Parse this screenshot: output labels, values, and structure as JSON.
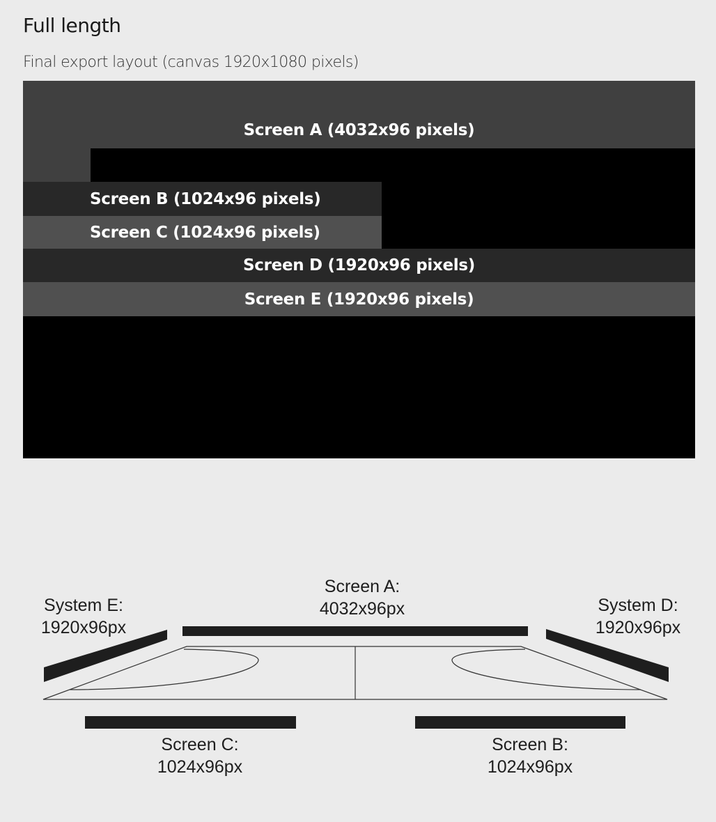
{
  "title": "Full length",
  "subtitle": "Final export layout (canvas 1920x1080 pixels)",
  "layout": {
    "screen_a": "Screen A (4032x96 pixels)",
    "screen_b": "Screen B (1024x96 pixels)",
    "screen_c": "Screen C (1024x96 pixels)",
    "screen_d": "Screen D (1920x96 pixels)",
    "screen_e": "Screen E (1920x96 pixels)"
  },
  "diagram": {
    "screen_a": {
      "name": "Screen A:",
      "size": "4032x96px"
    },
    "system_e": {
      "name": "System E:",
      "size": "1920x96px"
    },
    "system_d": {
      "name": "System D:",
      "size": "1920x96px"
    },
    "screen_c": {
      "name": "Screen C:",
      "size": "1024x96px"
    },
    "screen_b": {
      "name": "Screen B:",
      "size": "1024x96px"
    }
  },
  "colors": {
    "background": "#ebebeb",
    "band_dark": "#282828",
    "band_mid": "#404040",
    "band_light": "#505050",
    "bar": "#1e1e1e"
  }
}
